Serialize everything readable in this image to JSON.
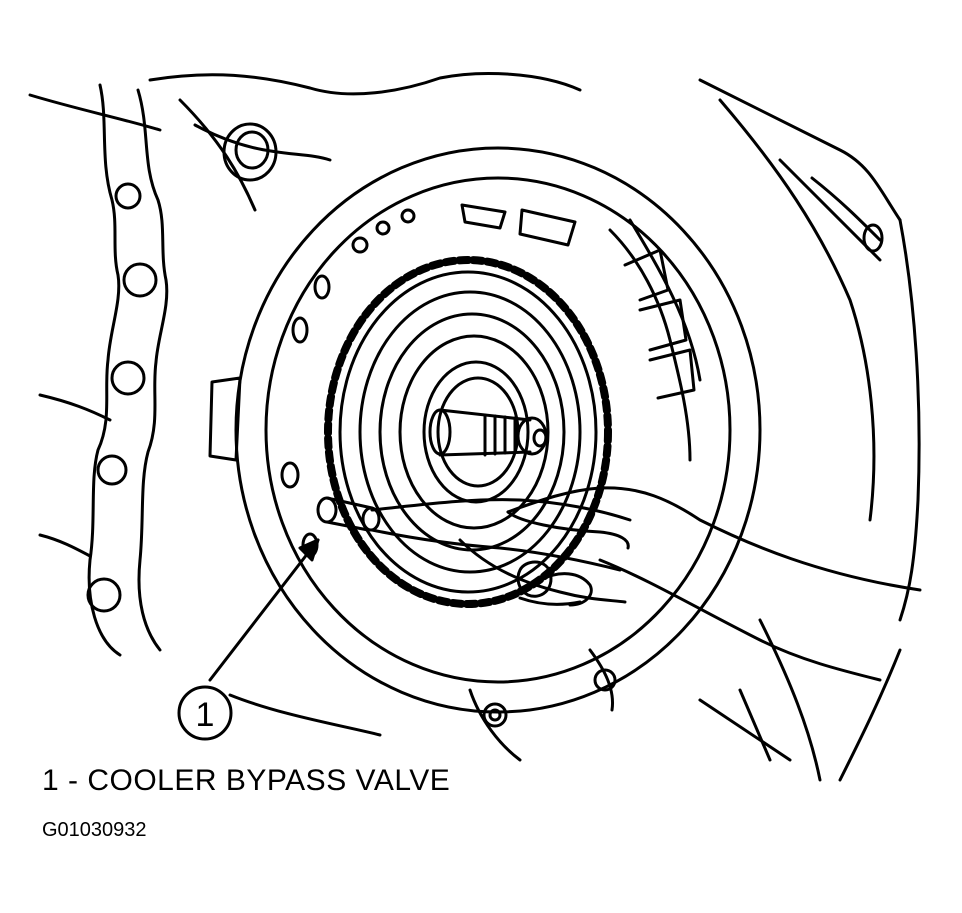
{
  "callouts": [
    {
      "number": "1"
    }
  ],
  "legend": {
    "caption": "1 - COOLER BYPASS VALVE"
  },
  "figure_id": "G01030932"
}
